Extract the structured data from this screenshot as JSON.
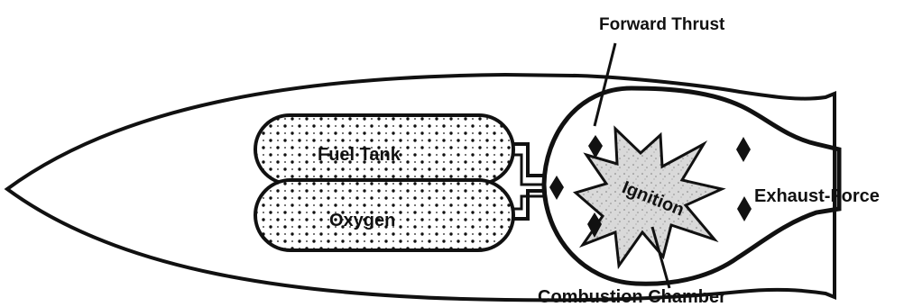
{
  "diagram": {
    "labels": {
      "forward_thrust": "Forward Thrust",
      "fuel_tank": "Fuel Tank",
      "oxygen": "Oxygen",
      "ignition": "Ignition",
      "exhaust_force": "Exhaust-Force",
      "combustion_chamber": "Combustion Chamber"
    },
    "colors": {
      "ink": "#111111",
      "background": "#ffffff",
      "ignition_fill": "#d9d9d9"
    }
  }
}
